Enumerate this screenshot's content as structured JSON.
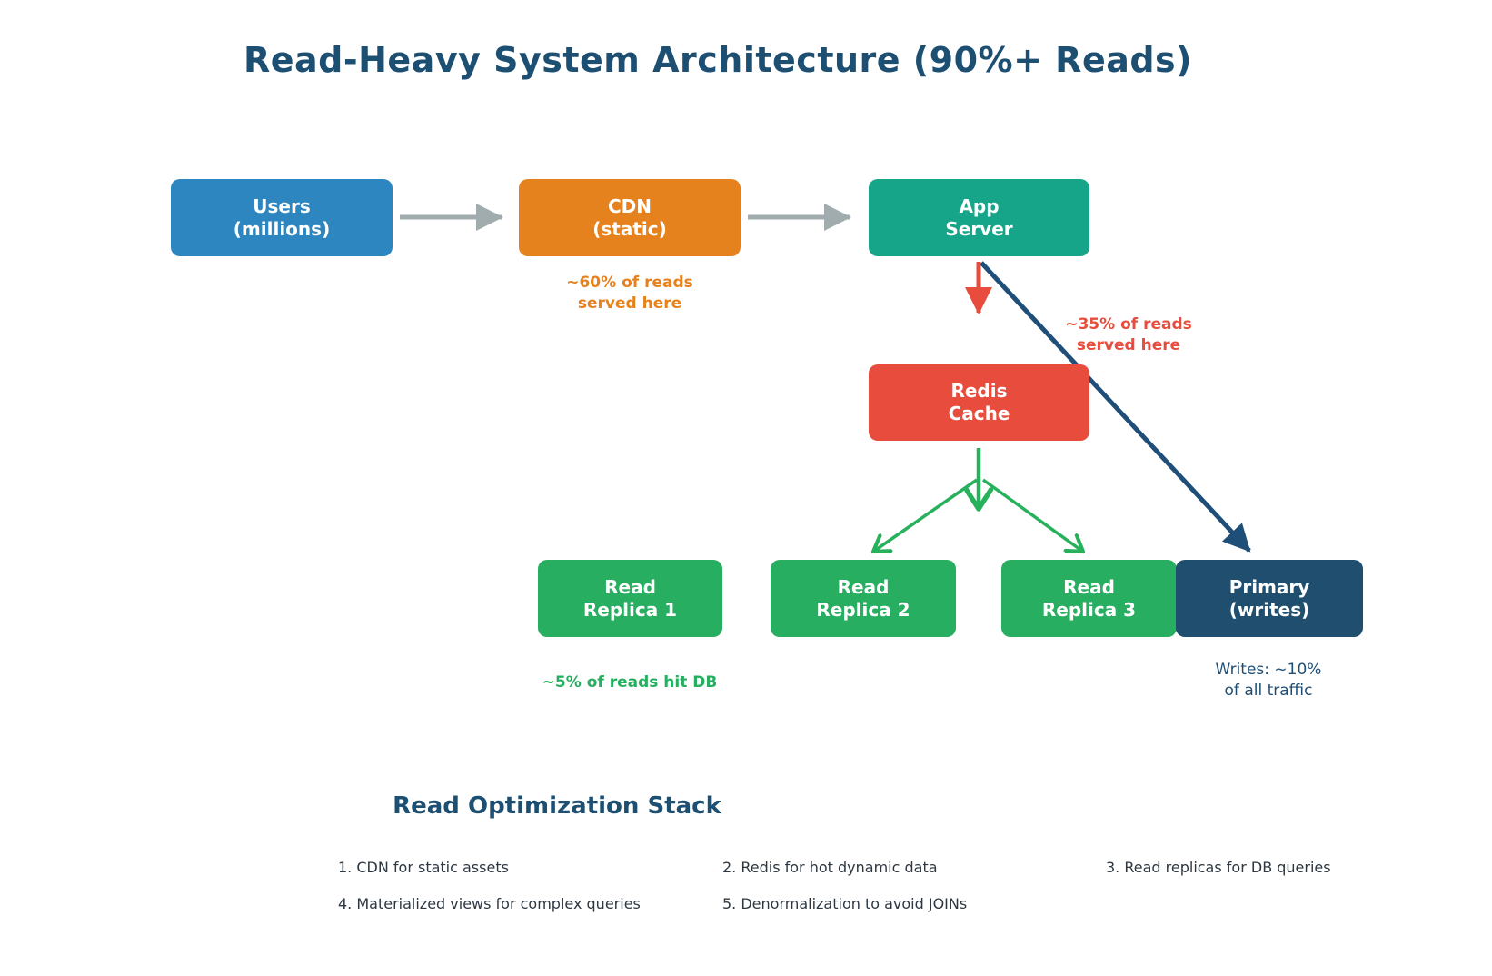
{
  "title": "Read-Heavy System Architecture (90%+ Reads)",
  "colors": {
    "title": "#1c4f72",
    "users_box": "#2e86c1",
    "cdn_box": "#e6821e",
    "app_box": "#17a589",
    "redis_box": "#e74c3c",
    "replica_box": "#27ae60",
    "primary_box": "#1f4e6e",
    "flow_arrow_gray": "#a0acae",
    "cache_arrow_red": "#e74c3c",
    "write_arrow_navy": "#1f4e79",
    "replica_arrow_green": "#28b15c",
    "list_text": "#2d3742"
  },
  "nodes": [
    {
      "id": "users",
      "line1": "Users",
      "line2": "(millions)",
      "color": "#2e86c1"
    },
    {
      "id": "cdn",
      "line1": "CDN",
      "line2": "(static)",
      "color": "#e6821e"
    },
    {
      "id": "app-server",
      "line1": "App",
      "line2": "Server",
      "color": "#17a589"
    },
    {
      "id": "redis-cache",
      "line1": "Redis",
      "line2": "Cache",
      "color": "#e74c3c"
    },
    {
      "id": "read-replica-1",
      "line1": "Read",
      "line2": "Replica 1",
      "color": "#27ae60"
    },
    {
      "id": "read-replica-2",
      "line1": "Read",
      "line2": "Replica 2",
      "color": "#27ae60"
    },
    {
      "id": "read-replica-3",
      "line1": "Read",
      "line2": "Replica 3",
      "color": "#27ae60"
    },
    {
      "id": "primary",
      "line1": "Primary",
      "line2": "(writes)",
      "color": "#1f4e6e"
    }
  ],
  "annotations": [
    {
      "id": "cdn-share",
      "line1": "~60% of reads",
      "line2": "served here",
      "color": "#e6821e"
    },
    {
      "id": "cache-share",
      "line1": "~35% of reads",
      "line2": "served here",
      "color": "#e74c3c"
    },
    {
      "id": "db-share",
      "line1": "~5% of reads hit DB",
      "line2": "",
      "color": "#27ae60"
    },
    {
      "id": "write-share",
      "line1": "Writes: ~10%",
      "line2": "of all traffic",
      "color": "#1f4e74"
    }
  ],
  "footer": {
    "heading": "Read Optimization Stack",
    "items": [
      "1. CDN for static assets",
      "2. Redis for hot dynamic data",
      "3. Read replicas for DB queries",
      "4. Materialized views for complex queries",
      "5. Denormalization to avoid JOINs"
    ]
  }
}
